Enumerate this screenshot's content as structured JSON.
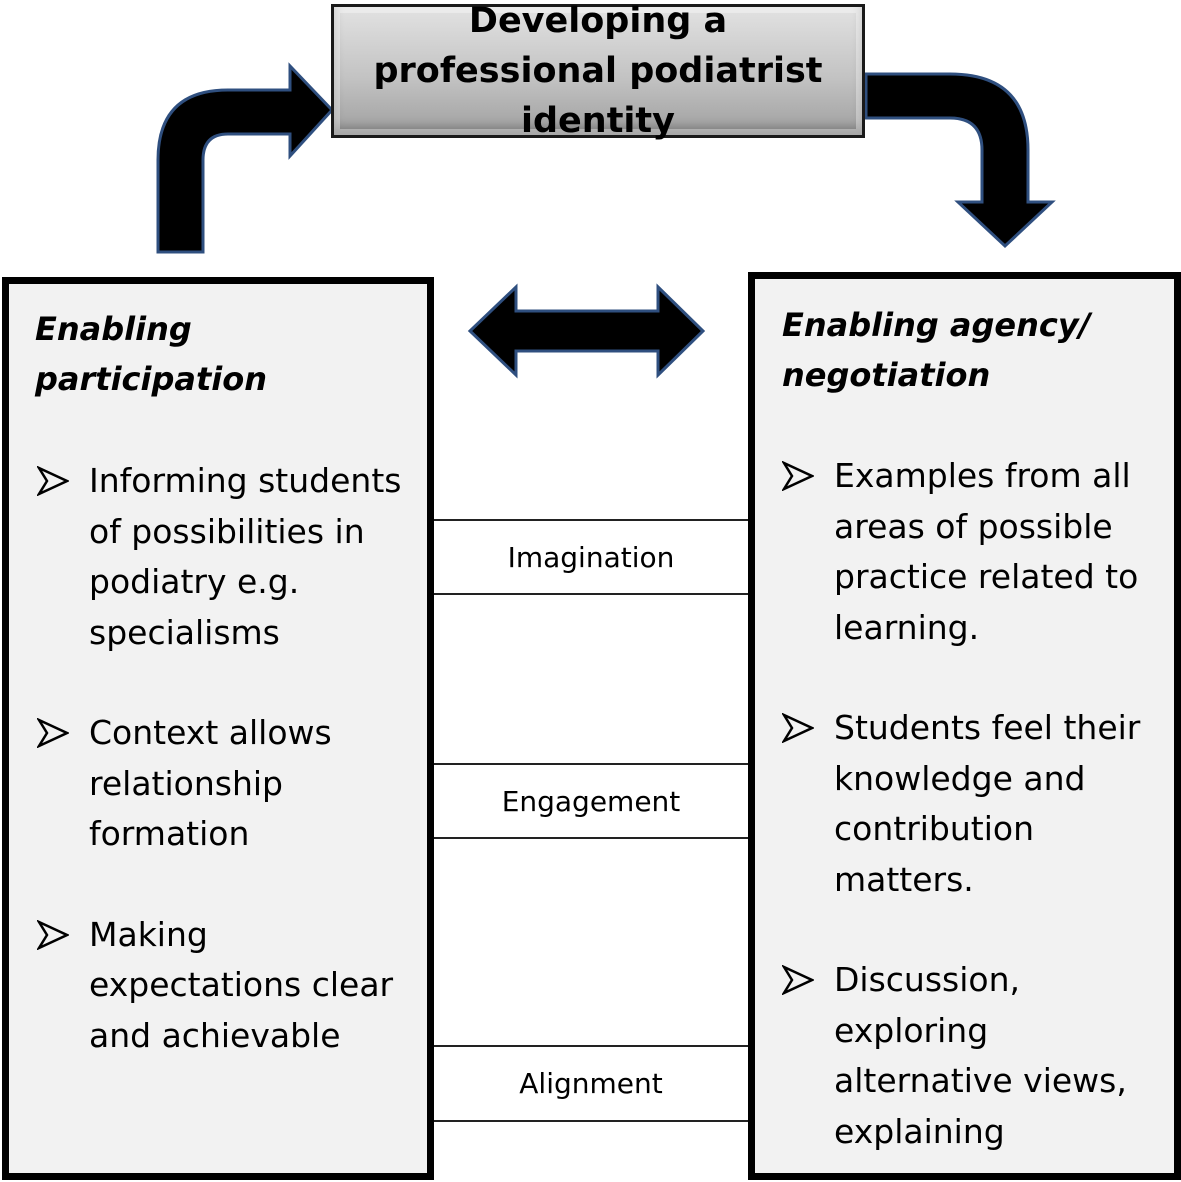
{
  "top_box": {
    "text": "Developing a professional podiatrist identity"
  },
  "left_box": {
    "title": "Enabling participation",
    "bullets": [
      "Informing students of possibilities in podiatry e.g. specialisms",
      "Context allows relationship formation",
      "Making expectations clear and achievable"
    ]
  },
  "right_box": {
    "title": "Enabling agency/ negotiation",
    "bullets": [
      "Examples from all areas of possible practice related to learning.",
      "Students feel their knowledge and contribution matters.",
      "Discussion, exploring alternative views, explaining"
    ]
  },
  "connectors": [
    "Imagination",
    "Engagement",
    "Alignment"
  ],
  "colors": {
    "arrow_fill": "#000000",
    "arrow_outline": "#2f4f7f",
    "box_fill": "#f2f2f2",
    "header_gradient_mid": "#c3c3c3"
  }
}
